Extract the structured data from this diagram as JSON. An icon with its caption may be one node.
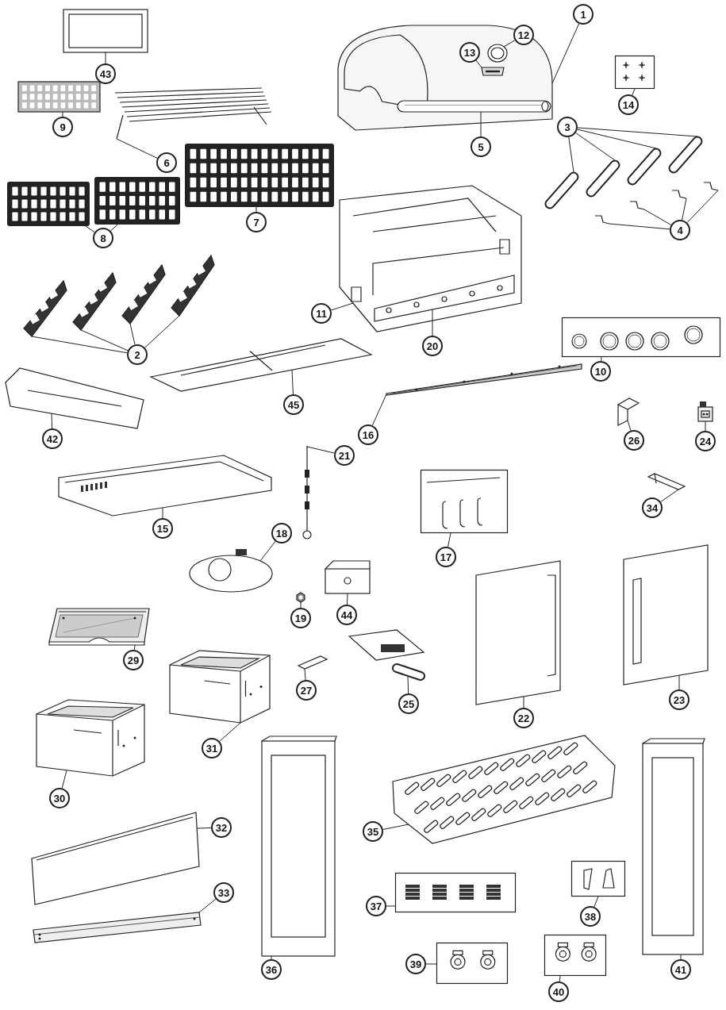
{
  "diagram": {
    "nodes": [
      {
        "text": [
          "1"
        ]
      },
      {
        "text": [],
        "shape": "picture"
      },
      {
        "text": [
          "12"
        ],
        "in": 1
      },
      {
        "text": [],
        "shape": "picture",
        "in": 1
      },
      {
        "text": [
          "13"
        ],
        "in": 1
      },
      {
        "text": [],
        "shape": "picture",
        "in": 1
      },
      {
        "text": [
          "5"
        ]
      },
      {
        "text": [],
        "shape": "picture",
        "in": 1
      },
      {
        "text": [
          "14"
        ]
      },
      {
        "text": [],
        "shape": "box"
      },
      {
        "text": [
          "43"
        ]
      },
      {
        "text": [],
        "shape": "picture"
      },
      {
        "text": [
          "3"
        ]
      },
      {
        "text": [],
        "shape": "picture"
      },
      {
        "text": [],
        "shape": "picture"
      },
      {
        "text": [],
        "shape": "picture"
      },
      {
        "text": [],
        "shape": "picture"
      },
      {
        "text": [
          "4"
        ]
      },
      {
        "text": [],
        "shape": "picture"
      },
      {
        "text": [],
        "shape": "picture"
      },
      {
        "text": [],
        "shape": "picture"
      },
      {
        "text": [],
        "shape": "picture"
      },
      {
        "text": [
          "9"
        ]
      },
      {
        "text": [],
        "shape": "picture"
      },
      {
        "text": [
          "6"
        ]
      },
      {
        "text": [],
        "shape": "picture"
      },
      {
        "text": [
          "7"
        ]
      },
      {
        "text": [],
        "shape": "picture"
      },
      {
        "text": [
          "8"
        ]
      },
      {
        "text": [],
        "shape": "picture"
      },
      {
        "text": [],
        "shape": "picture"
      },
      {
        "text": [
          "2"
        ]
      },
      {
        "text": [],
        "shape": "picture"
      },
      {
        "text": [],
        "shape": "picture"
      },
      {
        "text": [],
        "shape": "picture"
      },
      {
        "text": [],
        "shape": "picture"
      },
      {
        "text": [
          "11"
        ]
      },
      {
        "text": [],
        "shape": "picture"
      },
      {
        "text": [
          "20"
        ]
      },
      {
        "text": [],
        "shape": "picture",
        "in": 37
      },
      {
        "text": [
          "10"
        ]
      },
      {
        "text": [],
        "shape": "box"
      },
      {
        "text": [
          "42"
        ]
      },
      {
        "text": [],
        "shape": "picture"
      },
      {
        "text": [
          "45"
        ]
      },
      {
        "text": [],
        "shape": "picture"
      },
      {
        "text": [
          "16"
        ]
      },
      {
        "text": [],
        "shape": "picture"
      },
      {
        "text": [
          "26"
        ]
      },
      {
        "text": [],
        "shape": "picture"
      },
      {
        "text": [
          "24"
        ]
      },
      {
        "text": [],
        "shape": "picture"
      },
      {
        "text": [
          "21"
        ]
      },
      {
        "text": [],
        "shape": "picture"
      },
      {
        "text": [
          "34"
        ]
      },
      {
        "text": [],
        "shape": "picture"
      },
      {
        "text": [
          "17"
        ]
      },
      {
        "text": [],
        "shape": "box"
      },
      {
        "text": [
          "18"
        ]
      },
      {
        "text": [],
        "shape": "picture"
      },
      {
        "text": [
          "15"
        ]
      },
      {
        "text": [],
        "shape": "picture"
      },
      {
        "text": [
          "19"
        ]
      },
      {
        "text": [],
        "shape": "picture"
      },
      {
        "text": [
          "44"
        ]
      },
      {
        "text": [],
        "shape": "picture"
      },
      {
        "text": [
          "29"
        ]
      },
      {
        "text": [],
        "shape": "picture"
      },
      {
        "text": [
          "27"
        ]
      },
      {
        "text": [],
        "shape": "picture"
      },
      {
        "text": [
          "25"
        ]
      },
      {
        "text": [],
        "shape": "picture"
      },
      {
        "text": [
          "22"
        ]
      },
      {
        "text": [],
        "shape": "picture"
      },
      {
        "text": [
          "23"
        ]
      },
      {
        "text": [],
        "shape": "picture"
      },
      {
        "text": [
          "31"
        ]
      },
      {
        "text": [],
        "shape": "picture"
      },
      {
        "text": [
          "30"
        ]
      },
      {
        "text": [],
        "shape": "picture"
      },
      {
        "text": [
          "32"
        ]
      },
      {
        "text": [],
        "shape": "picture"
      },
      {
        "text": [
          "33"
        ]
      },
      {
        "text": [],
        "shape": "picture"
      },
      {
        "text": [
          "35"
        ]
      },
      {
        "text": [],
        "shape": "picture"
      },
      {
        "text": [
          "36"
        ]
      },
      {
        "text": [],
        "shape": "picture"
      },
      {
        "text": [
          "37"
        ]
      },
      {
        "text": [],
        "shape": "box"
      },
      {
        "text": [
          "38"
        ]
      },
      {
        "text": [],
        "shape": "box"
      },
      {
        "text": [
          "39"
        ]
      },
      {
        "text": [],
        "shape": "box"
      },
      {
        "text": [
          "40"
        ]
      },
      {
        "text": [],
        "shape": "box"
      },
      {
        "text": [
          "41"
        ]
      },
      {
        "text": [],
        "shape": "picture"
      }
    ],
    "edges": [
      {
        "from": 0,
        "to": 1,
        "arrow": "none"
      },
      {
        "from": 2,
        "to": 3,
        "arrow": "none"
      },
      {
        "from": 4,
        "to": 5,
        "arrow": "none"
      },
      {
        "from": 6,
        "to": 7,
        "arrow": "none"
      },
      {
        "from": 8,
        "to": 9,
        "arrow": "none"
      },
      {
        "from": 10,
        "to": 11,
        "arrow": "none"
      },
      {
        "from": 12,
        "to": 13,
        "arrow": "none"
      },
      {
        "from": 12,
        "to": 14,
        "arrow": "none"
      },
      {
        "from": 12,
        "to": 15,
        "arrow": "none"
      },
      {
        "from": 12,
        "to": 16,
        "arrow": "none"
      },
      {
        "from": 17,
        "to": 18,
        "arrow": "none"
      },
      {
        "from": 17,
        "to": 19,
        "arrow": "none"
      },
      {
        "from": 17,
        "to": 20,
        "arrow": "none"
      },
      {
        "from": 17,
        "to": 21,
        "arrow": "none"
      },
      {
        "from": 22,
        "to": 23,
        "arrow": "none"
      },
      {
        "from": 24,
        "to": 25,
        "arrow": "none"
      },
      {
        "from": 26,
        "to": 27,
        "arrow": "none"
      },
      {
        "from": 28,
        "to": 29,
        "arrow": "none"
      },
      {
        "from": 28,
        "to": 30,
        "arrow": "none"
      },
      {
        "from": 31,
        "to": 32,
        "arrow": "none"
      },
      {
        "from": 31,
        "to": 33,
        "arrow": "none"
      },
      {
        "from": 31,
        "to": 34,
        "arrow": "none"
      },
      {
        "from": 31,
        "to": 35,
        "arrow": "none"
      },
      {
        "from": 36,
        "to": 37,
        "arrow": "none"
      },
      {
        "from": 38,
        "to": 39,
        "arrow": "none"
      },
      {
        "from": 40,
        "to": 41,
        "arrow": "none"
      },
      {
        "from": 42,
        "to": 43,
        "arrow": "none"
      },
      {
        "from": 44,
        "to": 45,
        "arrow": "none"
      },
      {
        "from": 46,
        "to": 47,
        "arrow": "none"
      },
      {
        "from": 48,
        "to": 49,
        "arrow": "none"
      },
      {
        "from": 50,
        "to": 51,
        "arrow": "none"
      },
      {
        "from": 52,
        "to": 53,
        "arrow": "none"
      },
      {
        "from": 54,
        "to": 55,
        "arrow": "none"
      },
      {
        "from": 56,
        "to": 57,
        "arrow": "none"
      },
      {
        "from": 58,
        "to": 59,
        "arrow": "none"
      },
      {
        "from": 60,
        "to": 61,
        "arrow": "none"
      },
      {
        "from": 62,
        "to": 63,
        "arrow": "none"
      },
      {
        "from": 64,
        "to": 65,
        "arrow": "none"
      },
      {
        "from": 66,
        "to": 67,
        "arrow": "none"
      },
      {
        "from": 68,
        "to": 69,
        "arrow": "none"
      },
      {
        "from": 70,
        "to": 71,
        "arrow": "none"
      },
      {
        "from": 72,
        "to": 73,
        "arrow": "none"
      },
      {
        "from": 74,
        "to": 75,
        "arrow": "none"
      },
      {
        "from": 76,
        "to": 77,
        "arrow": "none"
      },
      {
        "from": 78,
        "to": 79,
        "arrow": "none"
      },
      {
        "from": 80,
        "to": 81,
        "arrow": "none"
      },
      {
        "from": 82,
        "to": 83,
        "arrow": "none"
      },
      {
        "from": 84,
        "to": 85,
        "arrow": "none"
      },
      {
        "from": 86,
        "to": 87,
        "arrow": "none"
      },
      {
        "from": 88,
        "to": 89,
        "arrow": "none"
      },
      {
        "from": 90,
        "to": 91,
        "arrow": "none"
      },
      {
        "from": 92,
        "to": 93,
        "arrow": "none"
      },
      {
        "from": 94,
        "to": 95,
        "arrow": "none"
      },
      {
        "from": 96,
        "to": 97,
        "arrow": "none"
      }
    ]
  }
}
